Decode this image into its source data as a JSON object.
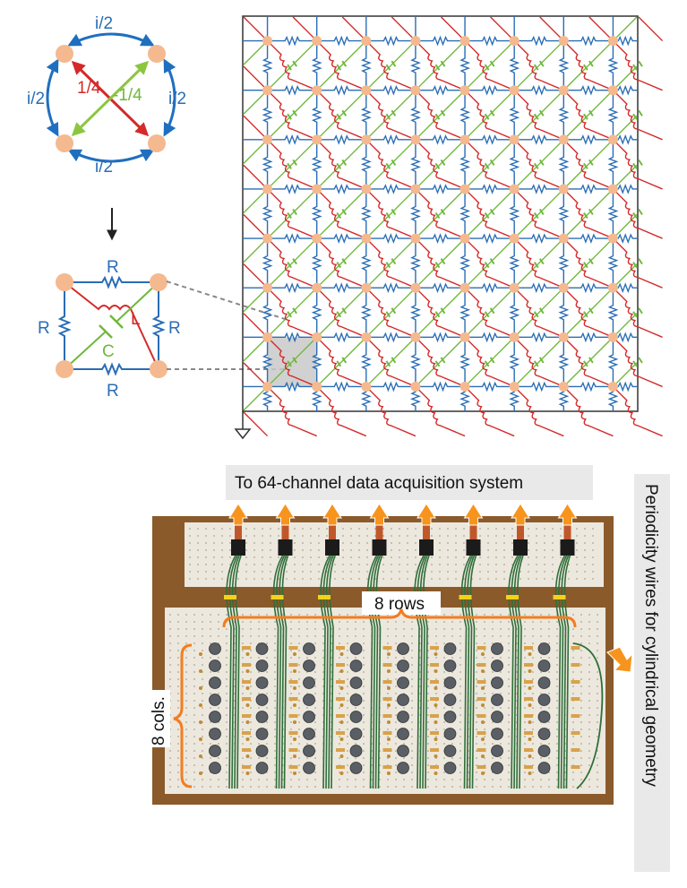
{
  "colors": {
    "node": "#f5b98f",
    "resistor": "#2a6db5",
    "inductor": "#d42a2a",
    "capacitor": "#6fb83c",
    "arrow_blue": "#1f6fc0",
    "arrow_red": "#d42a2a",
    "arrow_green": "#8cc63f",
    "label_box": "#e9e9e9",
    "callout_arrow": "#f7941d",
    "bracket": "#f47c20",
    "board_wood": "#8b5a2b",
    "breadboard": "#ece8dd",
    "wire": "#2f6e3a"
  },
  "coupling": {
    "top": "i/2",
    "left": "i/2",
    "right": "i/2",
    "bottom": "i/2",
    "red_diag": "1/4",
    "green_diag": "-1/4"
  },
  "unit_cell": {
    "top": "R",
    "left": "R",
    "right": "R",
    "bottom": "R",
    "inductor": "L",
    "capacitor": "C"
  },
  "lattice": {
    "size": 8
  },
  "photo": {
    "daq_label": "To 64-channel data acquisition system",
    "rows_label": "8 rows",
    "cols_label": "8 cols.",
    "periodicity_label": "Periodicity wires for cylindrical geometry",
    "connector_count": 8
  }
}
